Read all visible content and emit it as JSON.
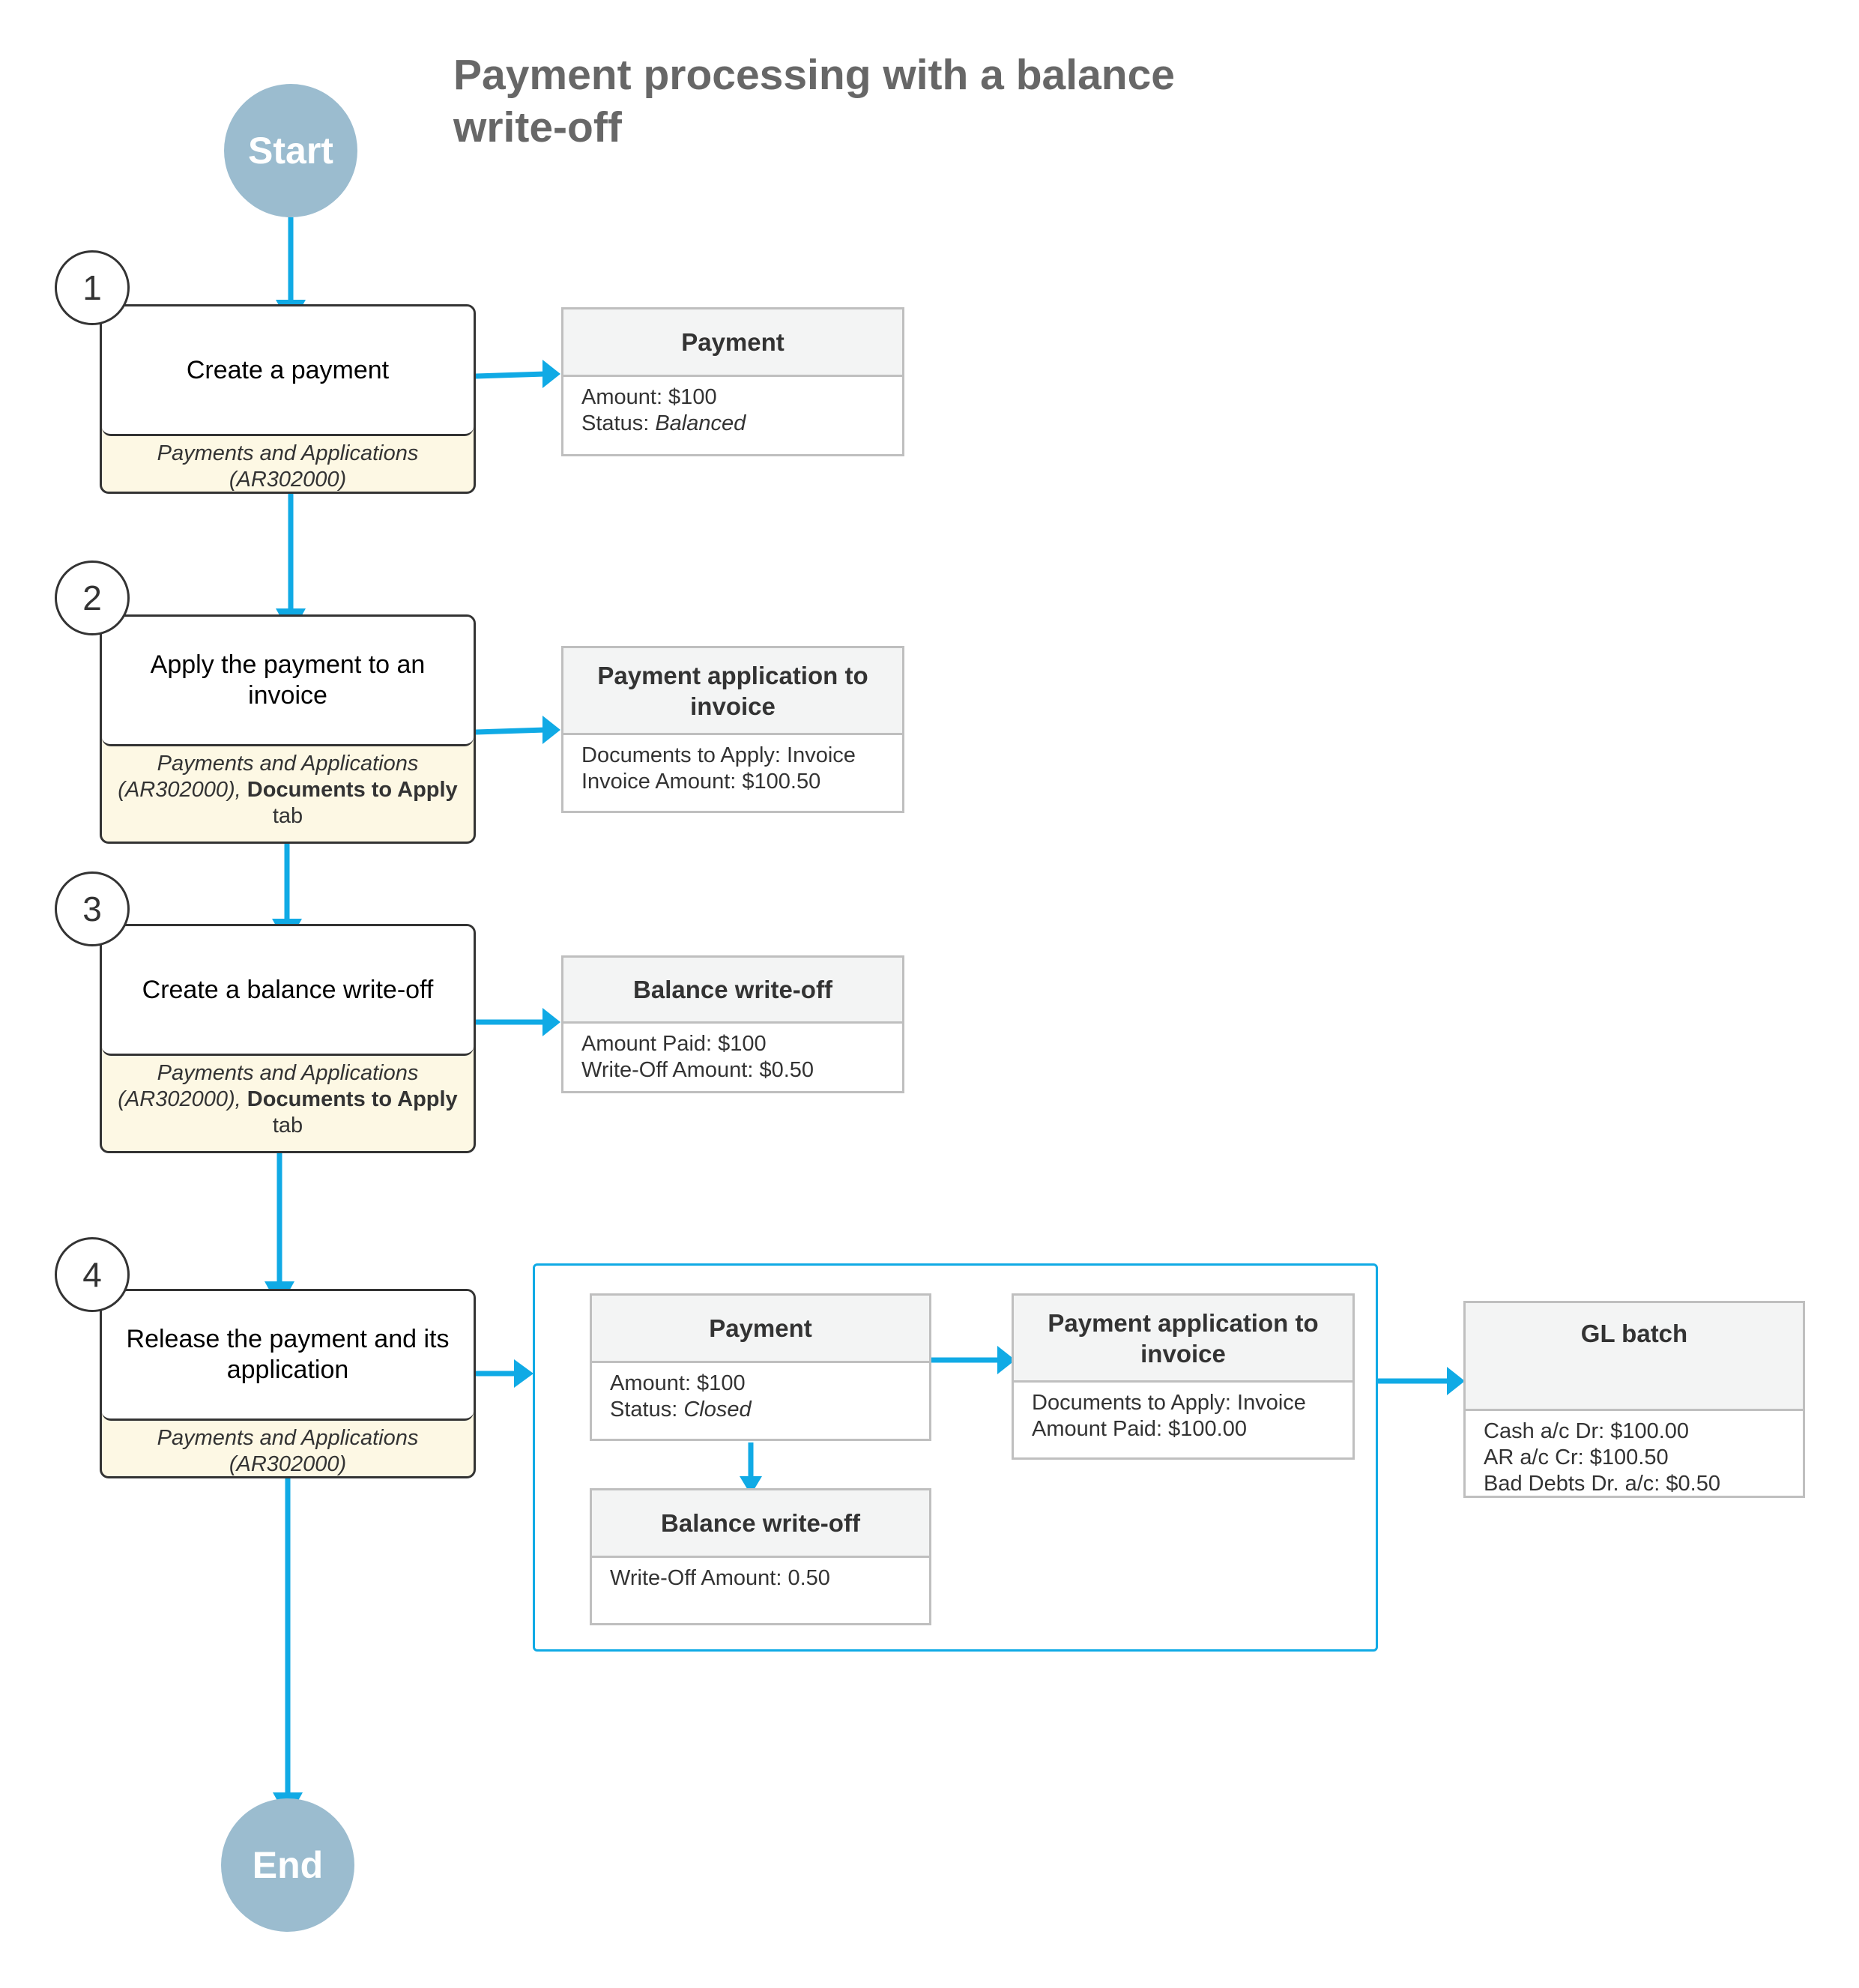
{
  "title": "Payment processing with a balance write-off",
  "start_label": "Start",
  "end_label": "End",
  "steps": [
    {
      "number": "1",
      "label": "Create a payment",
      "screen": "Payments and Applications (AR302000)",
      "screen_tab": "",
      "tab_suffix": ""
    },
    {
      "number": "2",
      "label": "Apply the payment to an invoice",
      "screen": "Payments and Applications (AR302000),",
      "screen_tab": "Documents to Apply",
      "tab_suffix": "tab"
    },
    {
      "number": "3",
      "label": "Create a balance write-off",
      "screen": "Payments and Applications (AR302000),",
      "screen_tab": "Documents to Apply",
      "tab_suffix": "tab"
    },
    {
      "number": "4",
      "label": "Release the payment and its application",
      "screen": "Payments and Applications (AR302000)",
      "screen_tab": "",
      "tab_suffix": ""
    }
  ],
  "cards": {
    "payment1": {
      "title": "Payment",
      "line1_label": "Amount: $100",
      "line2_label": "Status: ",
      "line2_value": "Balanced"
    },
    "application2": {
      "title": "Payment application to invoice",
      "line1": "Documents to Apply: Invoice",
      "line2": "Invoice Amount: $100.50"
    },
    "writeoff3": {
      "title": "Balance write-off",
      "line1": "Amount Paid: $100",
      "line2": "Write-Off Amount: $0.50"
    },
    "payment4": {
      "title": "Payment",
      "line1_label": "Amount: $100",
      "line2_label": "Status: ",
      "line2_value": "Closed"
    },
    "application4": {
      "title": "Payment application to invoice",
      "line1": "Documents to Apply: Invoice",
      "line2": "Amount Paid: $100.00"
    },
    "writeoff4": {
      "title": "Balance write-off",
      "line1": "Write-Off Amount: 0.50"
    },
    "glbatch": {
      "title": "GL batch",
      "line1": "Cash a/c Dr: $100.00",
      "line2": "AR a/c Cr: $100.50",
      "line3": "Bad Debts Dr. a/c: $0.50"
    }
  },
  "colors": {
    "arrow": "#10aae5",
    "terminal": "#9bbccf",
    "screen_band": "#fdf8e4",
    "card_header": "#f3f4f4"
  }
}
